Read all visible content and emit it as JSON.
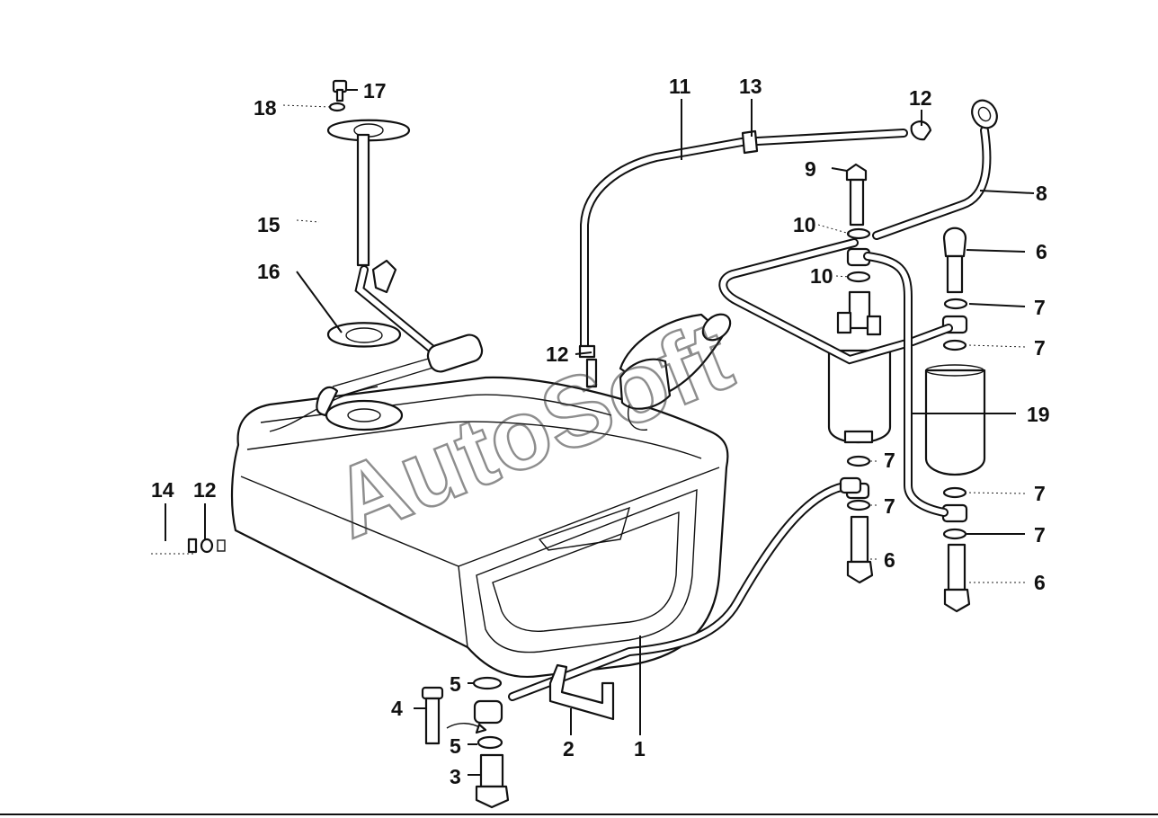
{
  "watermark": "AutoSoft",
  "callouts": [
    {
      "id": "c17",
      "text": "17"
    },
    {
      "id": "c18",
      "text": "18"
    },
    {
      "id": "c15",
      "text": "15"
    },
    {
      "id": "c16",
      "text": "16"
    },
    {
      "id": "c11",
      "text": "11"
    },
    {
      "id": "c13",
      "text": "13"
    },
    {
      "id": "c12a",
      "text": "12"
    },
    {
      "id": "c9",
      "text": "9"
    },
    {
      "id": "c8",
      "text": "8"
    },
    {
      "id": "c10a",
      "text": "10"
    },
    {
      "id": "c10b",
      "text": "10"
    },
    {
      "id": "c6a",
      "text": "6"
    },
    {
      "id": "c7a",
      "text": "7"
    },
    {
      "id": "c7b",
      "text": "7"
    },
    {
      "id": "c12b",
      "text": "12"
    },
    {
      "id": "c19",
      "text": "19"
    },
    {
      "id": "c7c",
      "text": "7"
    },
    {
      "id": "c7d",
      "text": "7"
    },
    {
      "id": "c7e",
      "text": "7"
    },
    {
      "id": "c7f",
      "text": "7"
    },
    {
      "id": "c14",
      "text": "14"
    },
    {
      "id": "c12c",
      "text": "12"
    },
    {
      "id": "c6b",
      "text": "6"
    },
    {
      "id": "c6c",
      "text": "6"
    },
    {
      "id": "c5a",
      "text": "5"
    },
    {
      "id": "c4",
      "text": "4"
    },
    {
      "id": "c5b",
      "text": "5"
    },
    {
      "id": "c3",
      "text": "3"
    },
    {
      "id": "c2",
      "text": "2"
    },
    {
      "id": "c1",
      "text": "1"
    }
  ]
}
